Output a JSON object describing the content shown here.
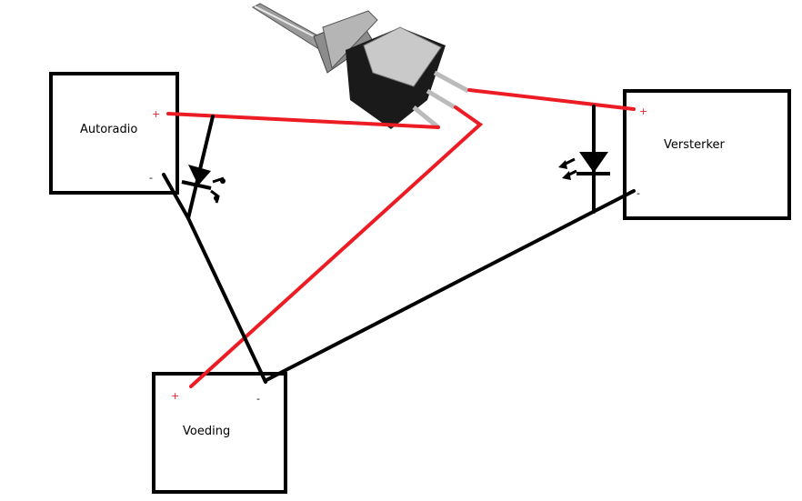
{
  "components": {
    "autoradio": {
      "label": "Autoradio",
      "plus": "+",
      "minus": "-"
    },
    "versterker": {
      "label": "Versterker",
      "plus": "+",
      "minus": "-"
    },
    "voeding": {
      "label": "Voeding",
      "plus": "+",
      "minus": "-"
    }
  },
  "colors": {
    "positive_wire": "#ed1c24",
    "negative_wire": "#000000",
    "plus_sign": "#ed1c24"
  }
}
